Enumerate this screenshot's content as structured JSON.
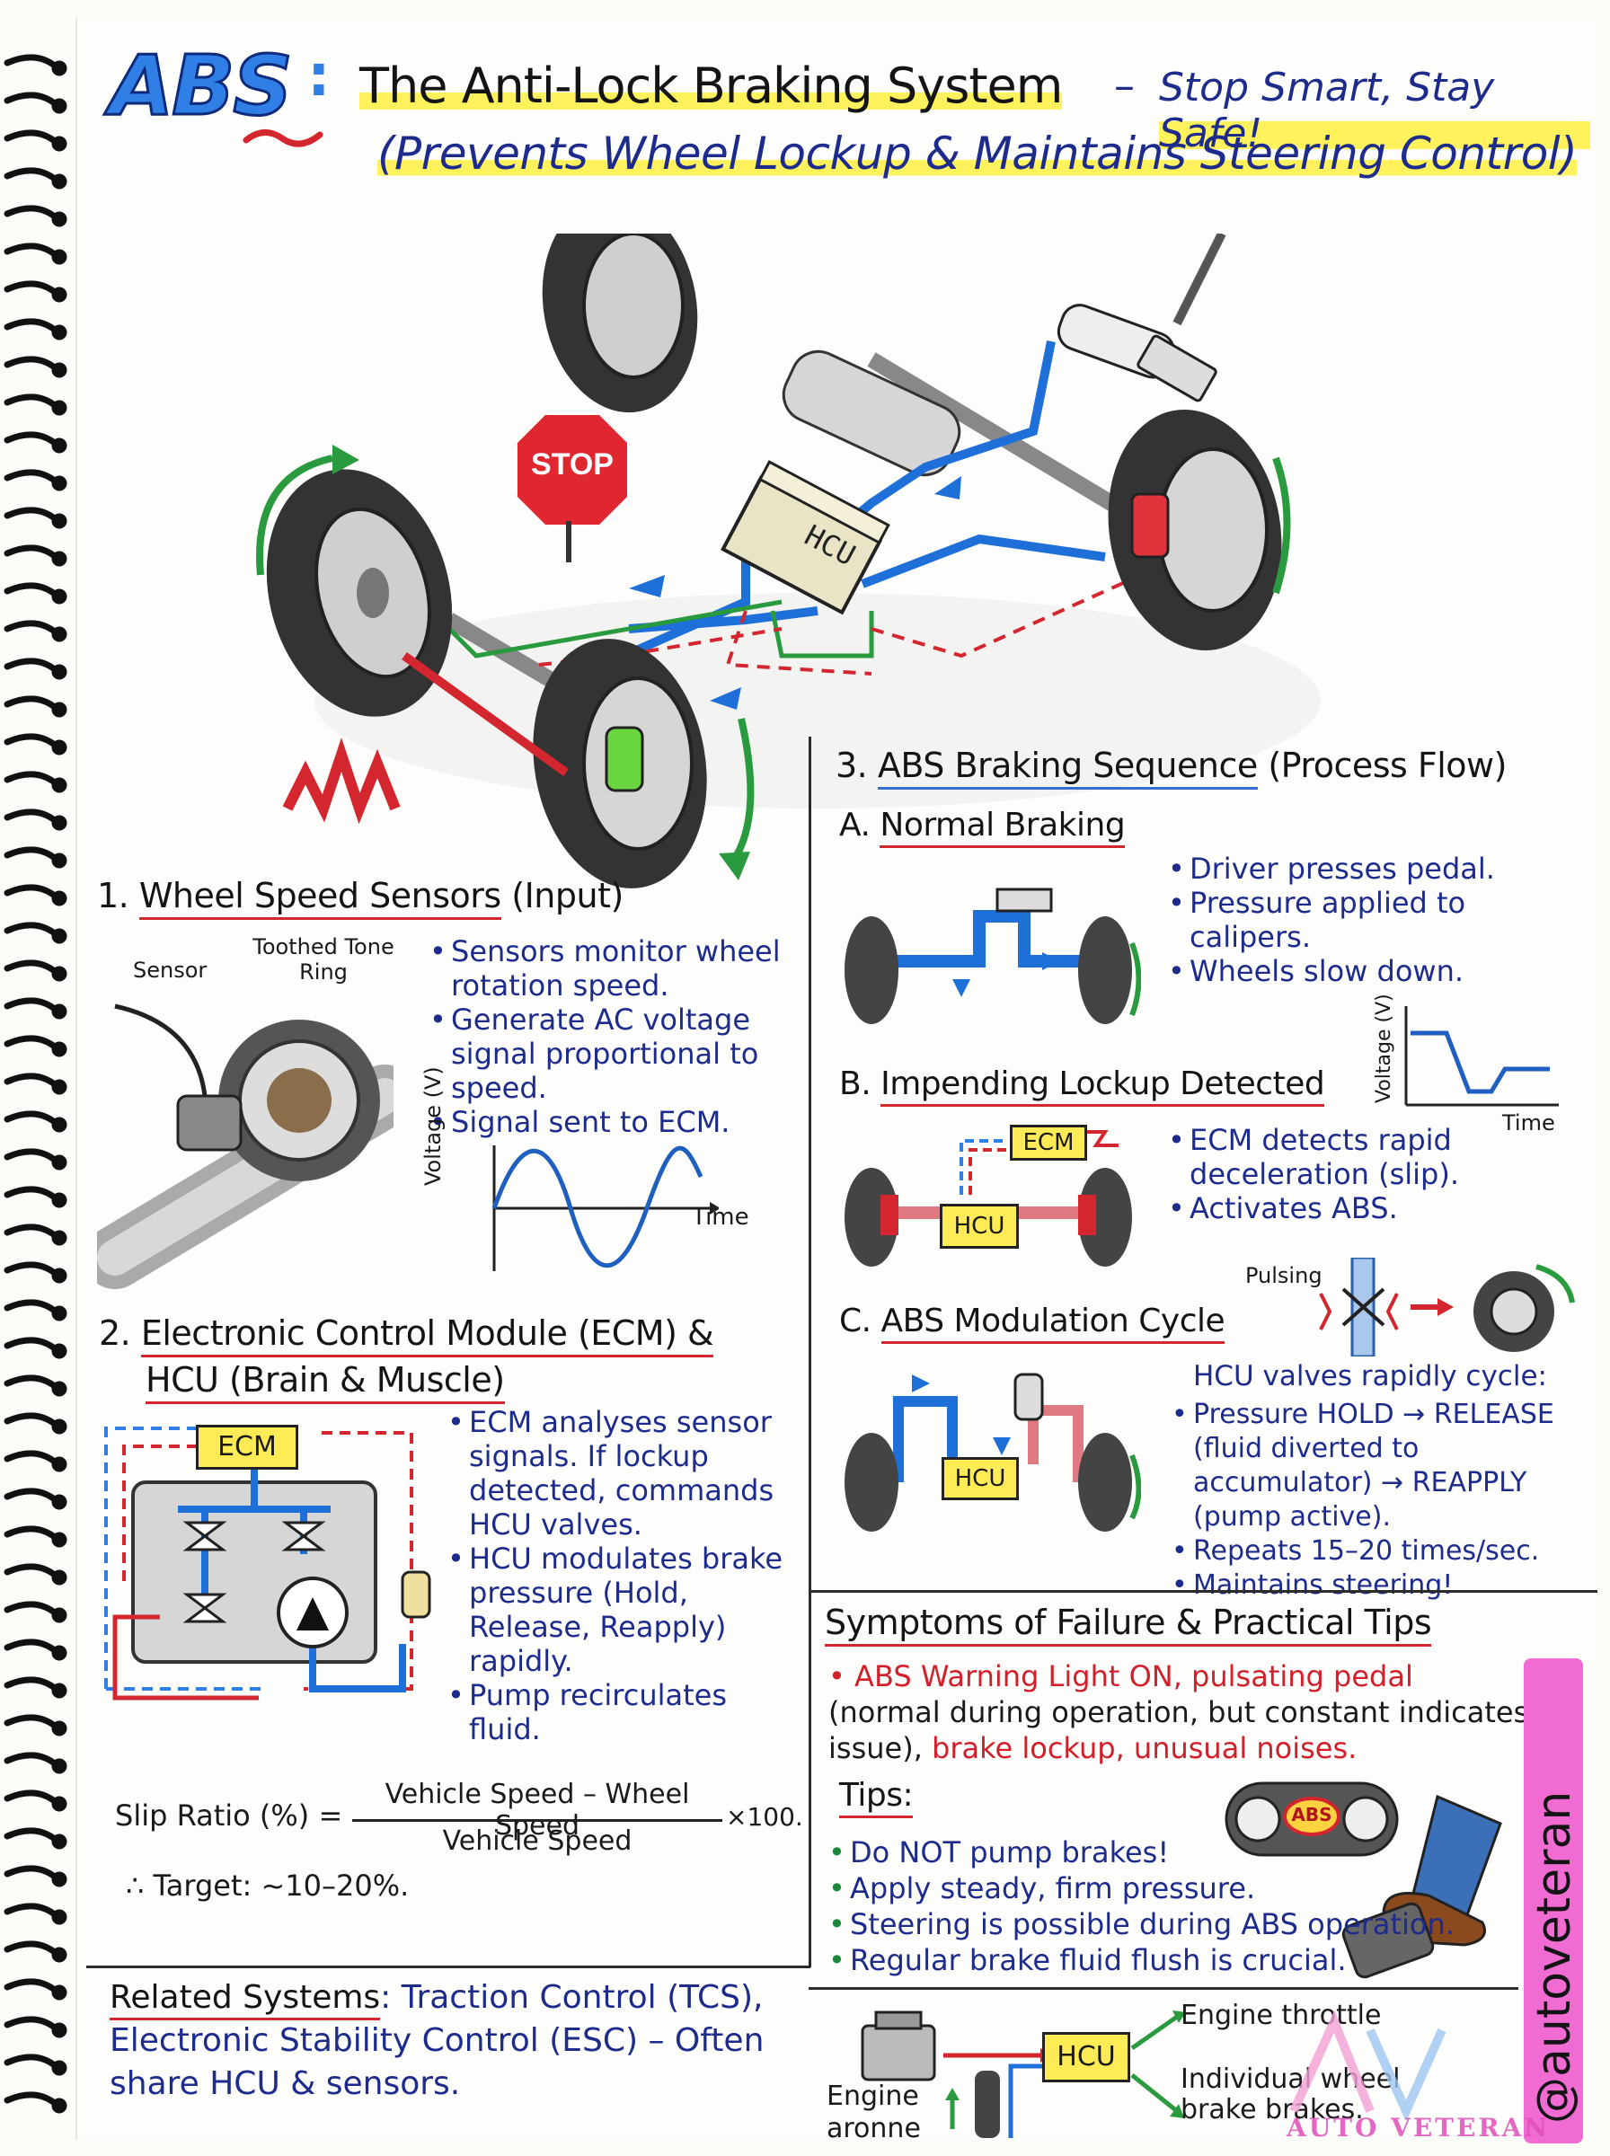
{
  "header": {
    "logo": "ABS",
    "colon": ":",
    "title": "The Anti-Lock Braking System",
    "dash": "–",
    "tagline": "Stop Smart, Stay Safe!",
    "subtitle": "(Prevents Wheel Lockup & Maintains Steering Control)"
  },
  "hero": {
    "stop_sign": "STOP",
    "hcu_label": "HCU"
  },
  "section1": {
    "title_num": "1.",
    "title": "Wheel Speed Sensors",
    "title_suffix": "(Input)",
    "label_sensor": "Sensor",
    "label_ring": "Toothed Tone Ring",
    "bullets": [
      "Sensors monitor wheel rotation speed.",
      "Generate AC voltage signal proportional to speed.",
      "Signal sent to ECM."
    ],
    "graph_ylabel": "Voltage (V)",
    "graph_xlabel": "Time"
  },
  "section2": {
    "title_num": "2.",
    "title_line1": "Electronic Control Module (ECM) &",
    "title_line2": "HCU (Brain & Muscle)",
    "ecm_label": "ECM",
    "bullets": [
      "ECM analyses sensor signals. If lockup detected, commands HCU valves.",
      "HCU modulates brake pressure (Hold, Release, Reapply) rapidly.",
      "Pump recirculates fluid."
    ],
    "formula_lhs": "Slip Ratio (%) =",
    "formula_num": "Vehicle Speed – Wheel Speed",
    "formula_den": "Vehicle Speed",
    "formula_mult": "×100.",
    "target": "∴ Target: ~10–20%."
  },
  "section3": {
    "title_num": "3.",
    "title": "ABS Braking Sequence",
    "title_suffix": "(Process Flow)",
    "a_label": "A.",
    "a_title": "Normal Braking",
    "a_bullets": [
      "Driver presses pedal.",
      "Pressure applied to calipers.",
      "Wheels slow down."
    ],
    "b_label": "B.",
    "b_title": "Impending Lockup Detected",
    "b_ecm": "ECM",
    "b_hcu": "HCU",
    "b_graph_ylabel": "Voltage (V)",
    "b_graph_xlabel": "Time",
    "b_bullets": [
      "ECM detects rapid deceleration (slip).",
      "Activates ABS."
    ],
    "c_label": "C.",
    "c_title": "ABS Modulation Cycle",
    "c_pulsing": "Pulsing",
    "c_hcu": "HCU",
    "c_intro": "HCU valves rapidly cycle:",
    "c_bullets": [
      "Pressure HOLD → RELEASE (fluid diverted to accumulator) → REAPPLY (pump active).",
      "Repeats 15–20 times/sec.",
      "Maintains steering!"
    ]
  },
  "symptoms": {
    "title": "Symptoms of Failure & Practical Tips",
    "s_red1": "ABS Warning Light ON,",
    "s_red2": "pulsating pedal",
    "s_mid": "(normal during operation, but constant indicates issue),",
    "s_red3": "brake lockup,",
    "s_red4": "unusual noises.",
    "tips_title": "Tips:",
    "dash_badge": "ABS",
    "tips": [
      "Do NOT pump brakes!",
      "Apply steady, firm pressure.",
      "Steering is possible during ABS operation.",
      "Regular brake fluid flush is crucial."
    ]
  },
  "related": {
    "label": "Related Systems",
    "text1": ": Traction Control (TCS),",
    "text2": "Electronic Stability Control (ESC) – Often",
    "text3": "share HCU & sensors."
  },
  "bottom_diagram": {
    "hcu": "HCU",
    "engine_throttle": "Engine throttle",
    "wheel_brakes": "Individual wheel brake brakes.",
    "engine": "Engine aronne"
  },
  "watermark": {
    "handle": "@autoveteran",
    "brand": "AUTO VETERAN"
  },
  "colors": {
    "navy": "#1c2b8c",
    "red": "#d21f2a",
    "green": "#1d8a3a",
    "highlight": "#fff25c",
    "pink": "#f06bd2"
  }
}
